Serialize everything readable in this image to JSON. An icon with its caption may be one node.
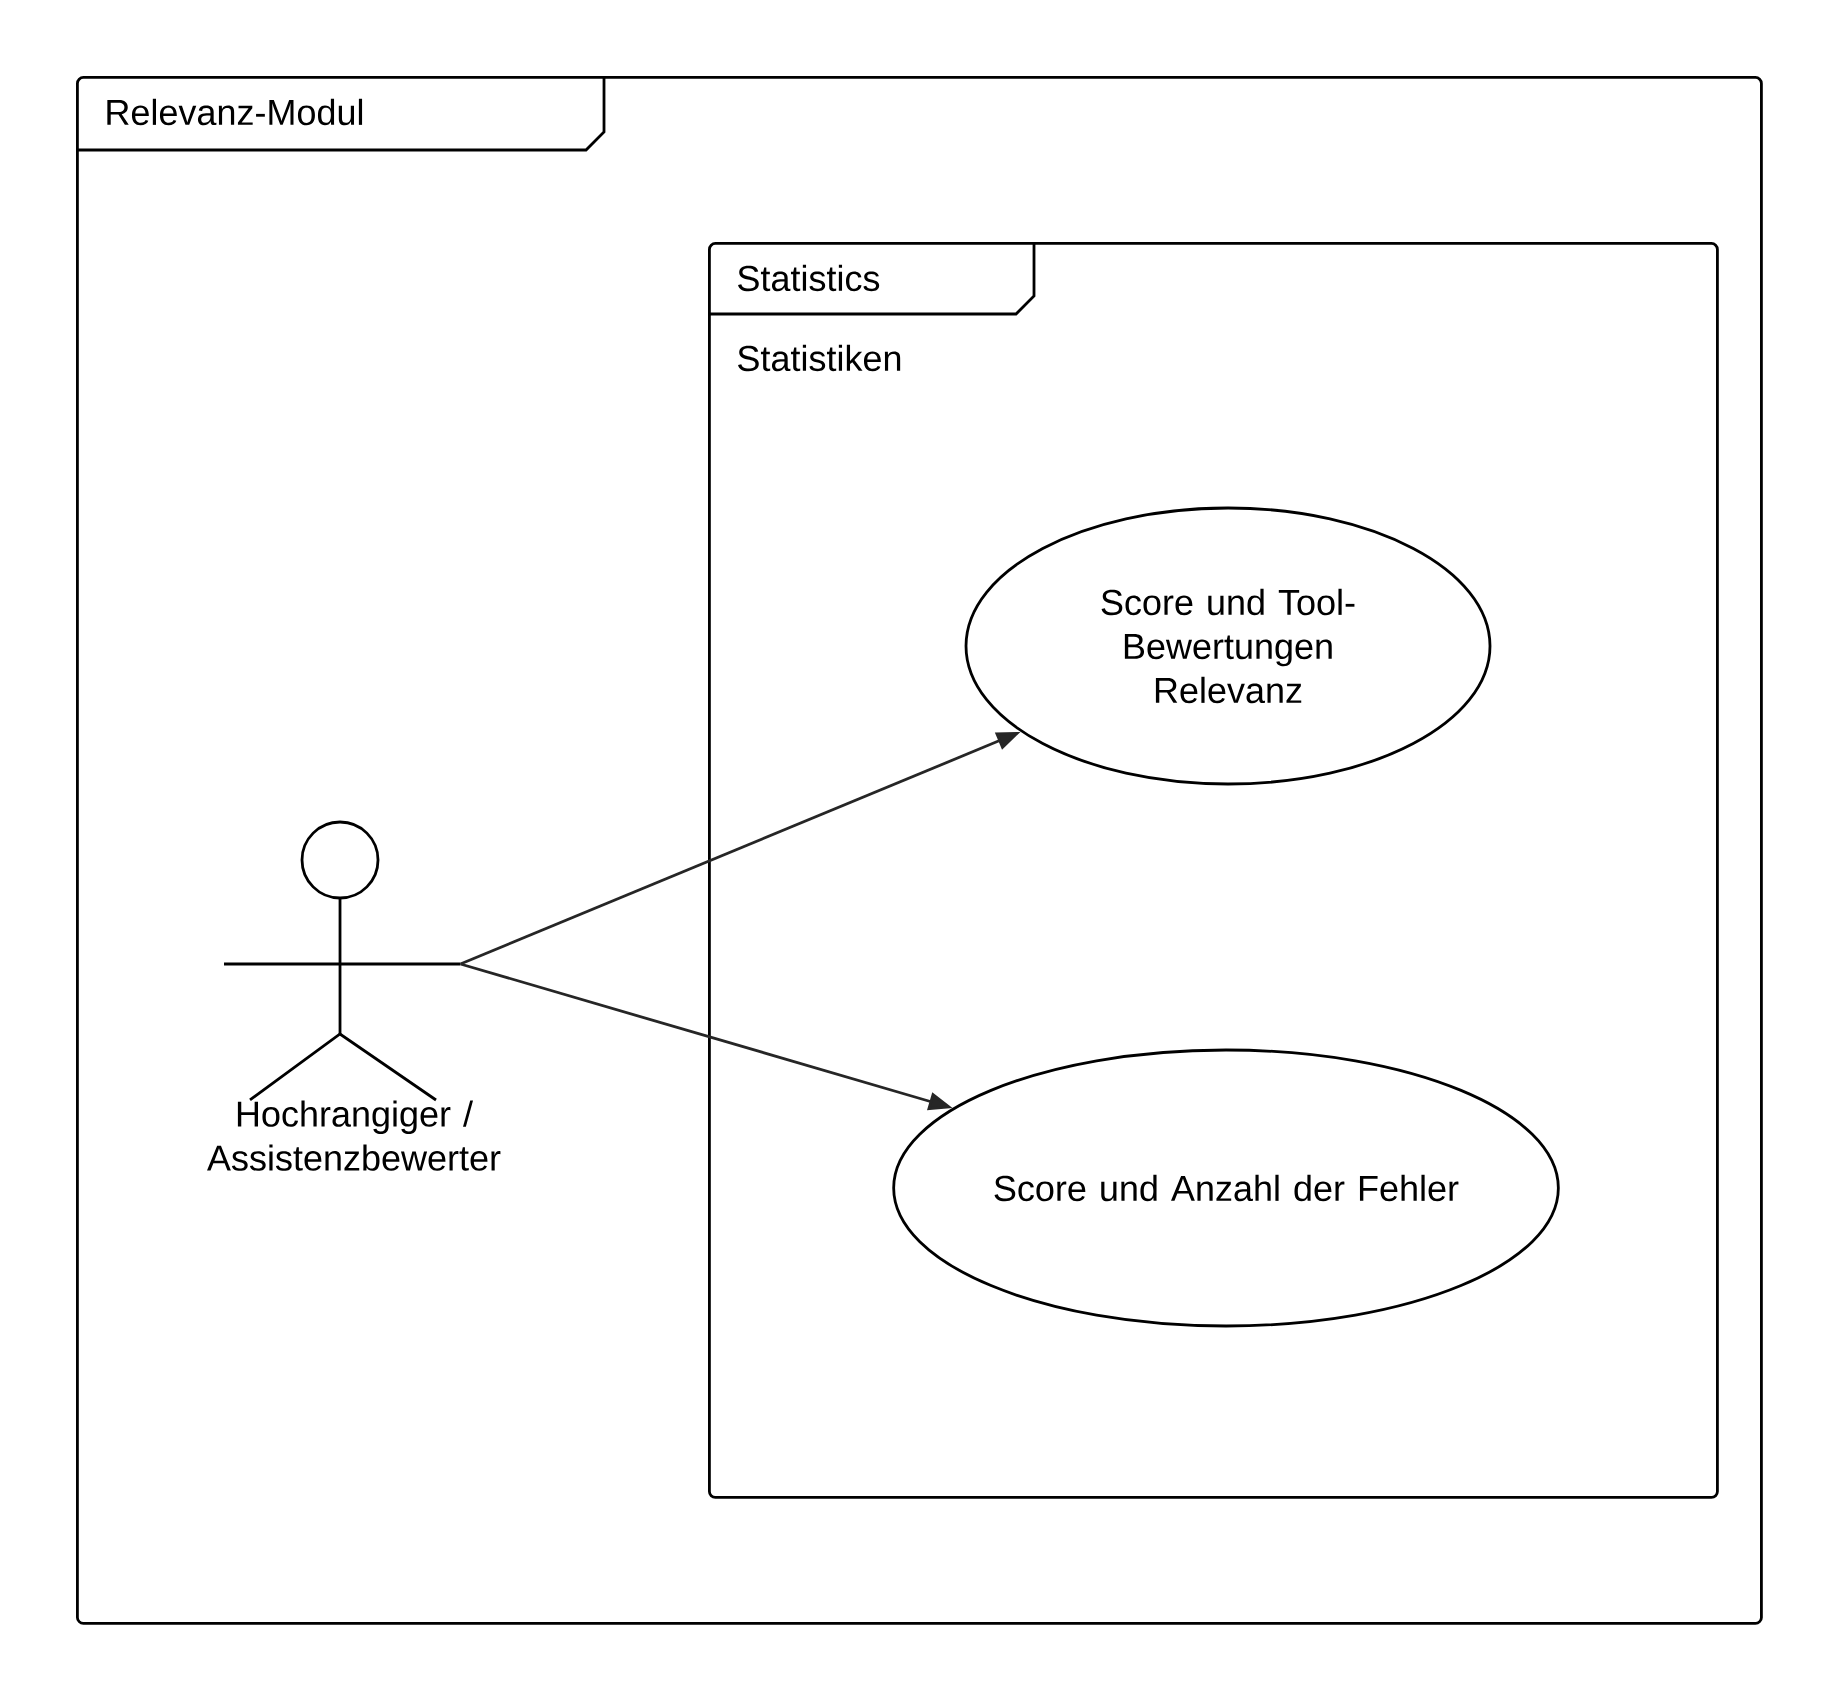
{
  "diagram": {
    "nodes": [
      {
        "text": [
          "Relevanz-Modul"
        ]
      },
      {
        "text": [
          "Statistics",
          "Statistiken"
        ],
        "in": 0
      },
      {
        "text": [
          "Hochrangiger / Assistenzbewerter"
        ],
        "in": 0
      },
      {
        "text": [
          "Score und Tool-Bewertungen Relevanz"
        ],
        "in": 1
      },
      {
        "text": [
          "Score und Anzahl der Fehler"
        ],
        "in": 1
      }
    ],
    "edges": [
      {
        "from": 2,
        "to": 3,
        "arrow": "to"
      },
      {
        "from": 2,
        "to": 4,
        "arrow": "to"
      }
    ]
  }
}
